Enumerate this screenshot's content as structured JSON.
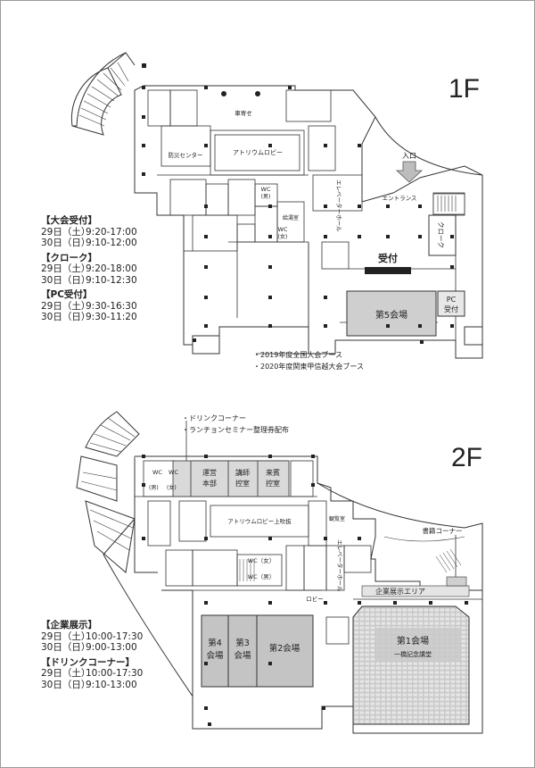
{
  "floor1": {
    "label": "1F",
    "rooms": {
      "kuruma_yose": "車寄せ",
      "bosai_center": "防災センター",
      "atrium_lobby": "アトリウムロビー",
      "wc_male": "WC",
      "wc_male_sub": "(男)",
      "wc_female": "WC",
      "wc_female_sub": "(女)",
      "rest_room": "給湯室",
      "elevator_hall": "エレベーターホール",
      "entrance": "エントランス",
      "iriguchi": "入口",
      "cloak": "クローク",
      "uketsuke": "受付",
      "hall5": "第5会場",
      "pc": "PC",
      "pc_sub": "受付"
    },
    "booths": [
      "・2019年度全国大会ブース",
      "・2020年度関東甲信越大会ブース"
    ],
    "schedule": [
      {
        "title": "【大会受付】",
        "rows": [
          {
            "day": "29日（土）",
            "time": "9:20-17:00"
          },
          {
            "day": "30日（日）",
            "time": "9:10-12:00"
          }
        ]
      },
      {
        "title": "【クローク】",
        "rows": [
          {
            "day": "29日（土）",
            "time": "9:20-18:00"
          },
          {
            "day": "30日（日）",
            "time": "9:10-12:30"
          }
        ]
      },
      {
        "title": "【PC受付】",
        "rows": [
          {
            "day": "29日（土）",
            "time": "9:30-16:30"
          },
          {
            "day": "30日（日）",
            "time": "9:30-11:20"
          }
        ]
      }
    ]
  },
  "floor2": {
    "label": "2F",
    "notes": [
      "・ドリンクコーナー",
      "・ランチョンセミナー整理券配布"
    ],
    "rooms": {
      "wc_left": "WC",
      "wc_left_sub": "(男)",
      "wc_right": "WC",
      "wc_right_sub": "(女)",
      "unei_1": "運営",
      "unei_2": "本部",
      "koshi_1": "講師",
      "koshi_2": "控室",
      "raihin_1": "来賓",
      "raihin_2": "控室",
      "atrium_upper": "アトリウムロビー上吹抜",
      "kansho": "観覧室",
      "wc_f": "WC（女）",
      "wc_m": "WC（男）",
      "lobby": "ロビー",
      "elevator_hall": "エレベーターホール",
      "book_corner": "書籍コーナー",
      "expo_area": "企業展示エリア",
      "hall4_1": "第4",
      "hall4_2": "会場",
      "hall3_1": "第3",
      "hall3_2": "会場",
      "hall2": "第2会場",
      "hall1": "第1会場",
      "hall1_sub": "一橋記念講堂"
    },
    "schedule": [
      {
        "title": "【企業展示】",
        "rows": [
          {
            "day": "29日（土）",
            "time": "10:00-17:30"
          },
          {
            "day": "30日（日）",
            "time": "9:00-13:00"
          }
        ]
      },
      {
        "title": "【ドリンクコーナー】",
        "rows": [
          {
            "day": "29日（土）",
            "time": "10:00-17:30"
          },
          {
            "day": "30日（日）",
            "time": "9:10-13:00"
          }
        ]
      }
    ]
  },
  "colors": {
    "highlight": "#cfcfcf",
    "highlight_dark": "#b8b8b8",
    "line": "#333333"
  }
}
